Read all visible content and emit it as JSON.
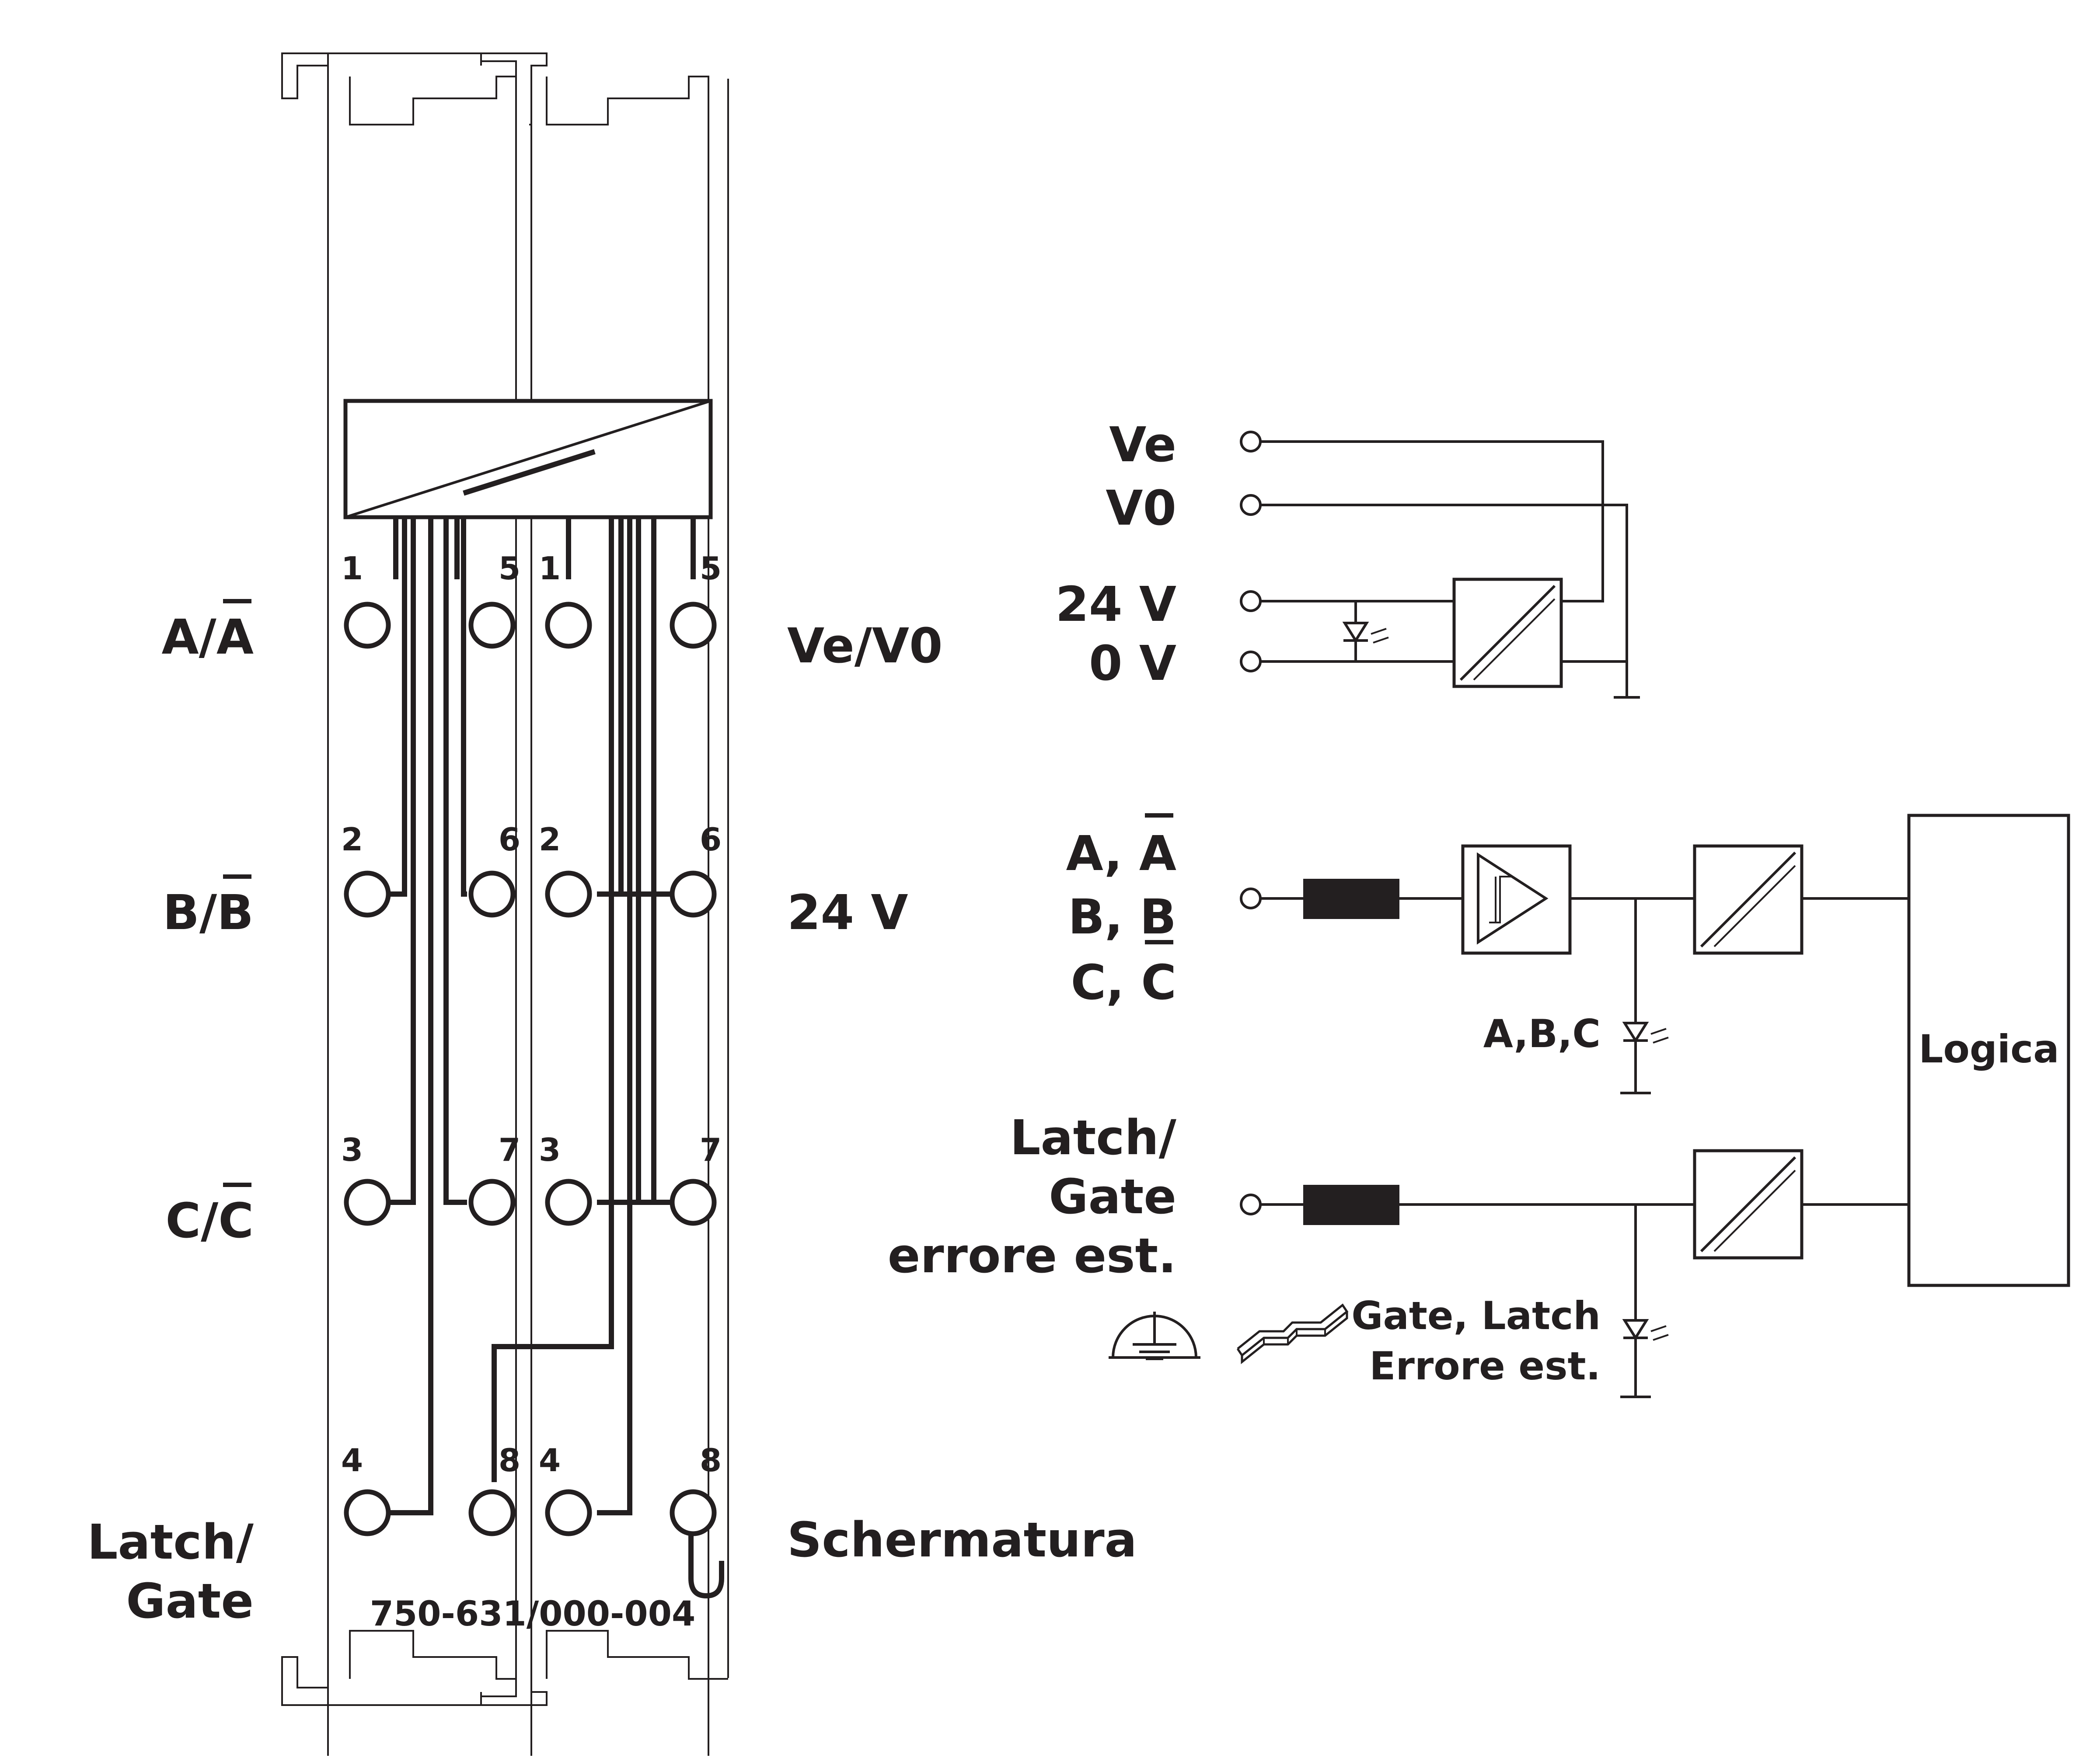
{
  "module": {
    "model_number": "750-631/000-004",
    "left_labels": {
      "a": "A/A",
      "b": "B/B",
      "c": "C/C",
      "latch": "Latch/",
      "gate": "Gate"
    },
    "right_labels": {
      "vev0": "Ve/V0",
      "v24": "24 V",
      "shield": "Schermatura"
    },
    "pin_numbers": {
      "left": [
        "1",
        "2",
        "3",
        "4"
      ],
      "right": [
        "5",
        "6",
        "7",
        "8"
      ]
    }
  },
  "schematic": {
    "power": {
      "ve": "Ve",
      "v0": "V0",
      "v24": "24 V",
      "v0v": "0 V"
    },
    "inputs": {
      "a": "A, A",
      "b": "B, B",
      "c": "C, C",
      "led_abc": "A,B,C"
    },
    "latch": {
      "line1": "Latch/",
      "line2": "Gate",
      "line3": "errore est.",
      "led_line1": "Gate, Latch",
      "led_line2": "Errore est."
    },
    "logic_block": "Logica"
  }
}
